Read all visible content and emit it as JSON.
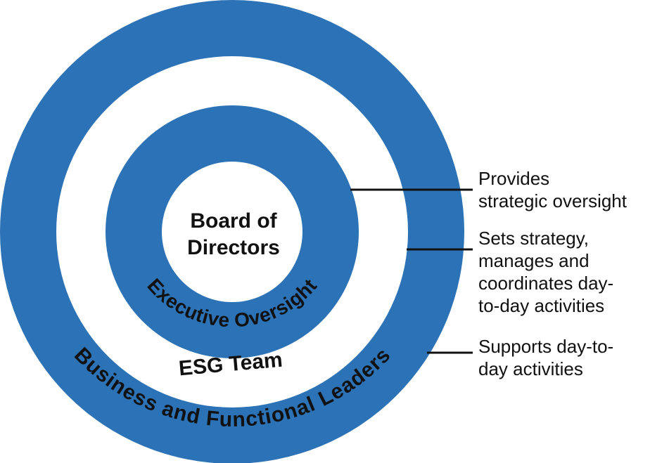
{
  "colors": {
    "ring_blue": "#2c72b6",
    "ring_white": "#ffffff",
    "text": "#111111",
    "connector": "#111111"
  },
  "rings": {
    "outer": "Business and Functional Leaders",
    "middle": "ESG Team",
    "inner": "Executive Oversight",
    "center_line1": "Board of",
    "center_line2": "Directors"
  },
  "annotations": [
    {
      "lines": [
        "Provides",
        "strategic oversight"
      ]
    },
    {
      "lines": [
        "Sets strategy,",
        "manages and",
        "coordinates day-",
        "to-day activities"
      ]
    },
    {
      "lines": [
        "Supports day-to-",
        "day activities"
      ]
    }
  ]
}
